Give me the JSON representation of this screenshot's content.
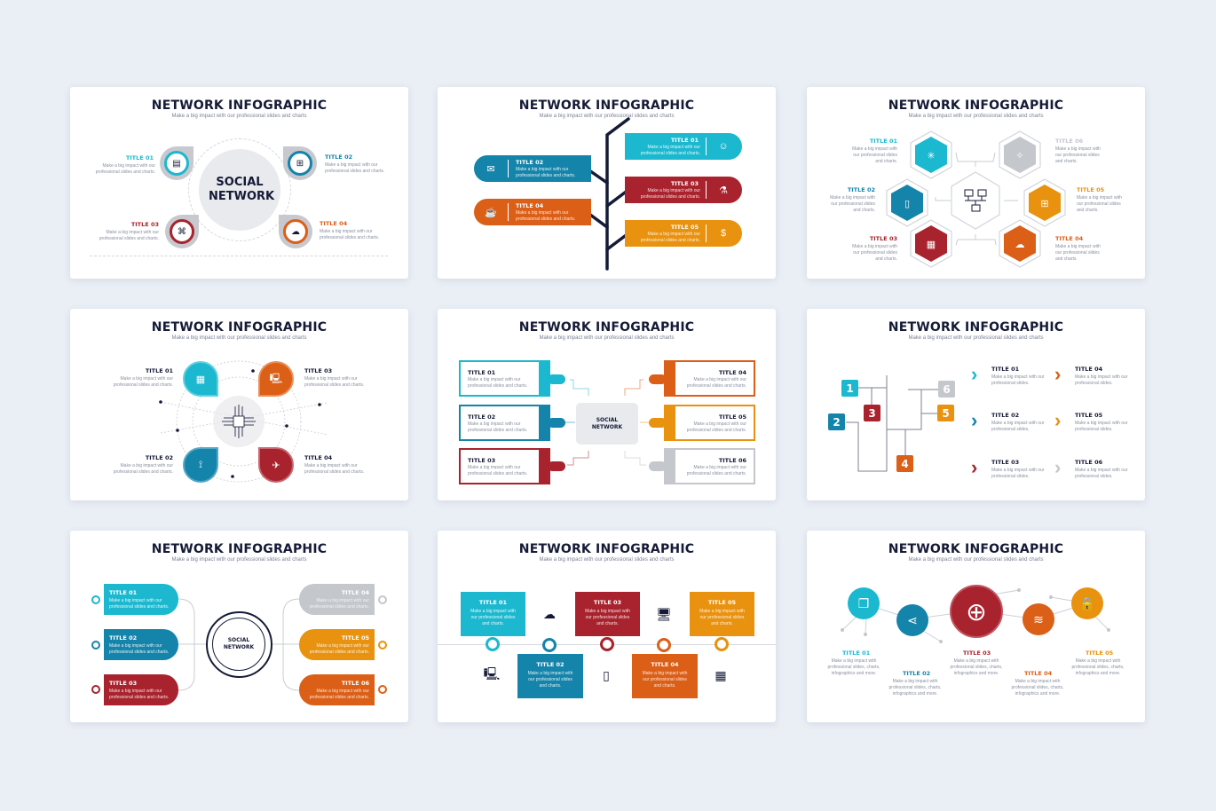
{
  "colors": {
    "cyan": "#1bb8cf",
    "blue": "#1584aa",
    "red": "#a8232e",
    "orange": "#db5f17",
    "amber": "#e8920f",
    "gray": "#c4c7cc",
    "navy": "#151a36",
    "background": "#eaeef5"
  },
  "common": {
    "title": "NETWORK INFOGRAPHIC",
    "subtitle": "Make a big impact with our professional slides and charts",
    "desc_long": "Make a big impact with our professional slides and charts.",
    "desc_short": "Make a big impact with our professional slides.",
    "desc_more": "Make a big impact with professional slides, charts, infographics and more."
  },
  "slides": [
    {
      "id": 1,
      "center_label": "SOCIAL NETWORK",
      "items": [
        {
          "title": "TITLE 01",
          "color": "cyan",
          "icon": "document-network-icon"
        },
        {
          "title": "TITLE 02",
          "color": "blue",
          "icon": "hierarchy-icon"
        },
        {
          "title": "TITLE 03",
          "color": "red",
          "icon": "circuit-icon"
        },
        {
          "title": "TITLE 04",
          "color": "orange",
          "icon": "cloud-network-icon"
        }
      ]
    },
    {
      "id": 2,
      "items": [
        {
          "title": "TITLE 01",
          "color": "cyan",
          "icon": "users-icon"
        },
        {
          "title": "TITLE 02",
          "color": "blue",
          "icon": "mail-icon"
        },
        {
          "title": "TITLE 03",
          "color": "red",
          "icon": "money-hand-icon"
        },
        {
          "title": "TITLE 04",
          "color": "orange",
          "icon": "coffee-icon"
        },
        {
          "title": "TITLE 05",
          "color": "amber",
          "icon": "money-bag-icon"
        }
      ]
    },
    {
      "id": 3,
      "items": [
        {
          "title": "TITLE 01",
          "color": "cyan",
          "icon": "brain-network-icon"
        },
        {
          "title": "TITLE 02",
          "color": "blue",
          "icon": "phone-network-icon"
        },
        {
          "title": "TITLE 03",
          "color": "red",
          "icon": "circuit-icon"
        },
        {
          "title": "TITLE 04",
          "color": "orange",
          "icon": "cloud-icon"
        },
        {
          "title": "TITLE 05",
          "color": "amber",
          "icon": "flowchart-icon"
        },
        {
          "title": "TITLE 06",
          "color": "gray",
          "icon": "nodes-icon"
        }
      ]
    },
    {
      "id": 4,
      "items": [
        {
          "title": "TITLE 01",
          "color": "cyan",
          "icon": "circuit-icon"
        },
        {
          "title": "TITLE 02",
          "color": "blue",
          "icon": "antenna-icon"
        },
        {
          "title": "TITLE 03",
          "color": "orange",
          "icon": "computer-icon"
        },
        {
          "title": "TITLE 04",
          "color": "red",
          "icon": "satellite-icon"
        }
      ]
    },
    {
      "id": 5,
      "center_label": "SOCIAL NETWORK",
      "items": [
        {
          "title": "TITLE 01",
          "color": "cyan"
        },
        {
          "title": "TITLE 02",
          "color": "blue"
        },
        {
          "title": "TITLE 03",
          "color": "red"
        },
        {
          "title": "TITLE 04",
          "color": "orange"
        },
        {
          "title": "TITLE 05",
          "color": "amber"
        },
        {
          "title": "TITLE 06",
          "color": "gray"
        }
      ]
    },
    {
      "id": 6,
      "numbers": [
        "1",
        "2",
        "3",
        "4",
        "5",
        "6"
      ],
      "items": [
        {
          "title": "TITLE 01",
          "color": "cyan"
        },
        {
          "title": "TITLE 02",
          "color": "blue"
        },
        {
          "title": "TITLE 03",
          "color": "red"
        },
        {
          "title": "TITLE 04",
          "color": "orange"
        },
        {
          "title": "TITLE 05",
          "color": "amber"
        },
        {
          "title": "TITLE 06",
          "color": "gray"
        }
      ]
    },
    {
      "id": 7,
      "center_label": "SOCIAL NETWORK",
      "items": [
        {
          "title": "TITLE 01",
          "color": "cyan"
        },
        {
          "title": "TITLE 02",
          "color": "blue"
        },
        {
          "title": "TITLE 03",
          "color": "red"
        },
        {
          "title": "TITLE 04",
          "color": "gray"
        },
        {
          "title": "TITLE 05",
          "color": "amber"
        },
        {
          "title": "TITLE 06",
          "color": "orange"
        }
      ]
    },
    {
      "id": 8,
      "items": [
        {
          "title": "TITLE 01",
          "color": "cyan"
        },
        {
          "title": "TITLE 02",
          "color": "blue"
        },
        {
          "title": "TITLE 03",
          "color": "red"
        },
        {
          "title": "TITLE 04",
          "color": "orange"
        },
        {
          "title": "TITLE 05",
          "color": "amber"
        }
      ],
      "icons": [
        "cloud-network-icon",
        "devices-icon",
        "monitor-cloud-icon",
        "phone-network-icon",
        "circuit-icon"
      ]
    },
    {
      "id": 9,
      "items": [
        {
          "title": "TITLE 01",
          "color": "cyan",
          "icon": "chat-icon"
        },
        {
          "title": "TITLE 02",
          "color": "blue",
          "icon": "share-icon"
        },
        {
          "title": "TITLE 03",
          "color": "red",
          "icon": "globe-icon"
        },
        {
          "title": "TITLE 04",
          "color": "orange",
          "icon": "wifi-icon"
        },
        {
          "title": "TITLE 05",
          "color": "amber",
          "icon": "lock-icon"
        }
      ]
    }
  ]
}
